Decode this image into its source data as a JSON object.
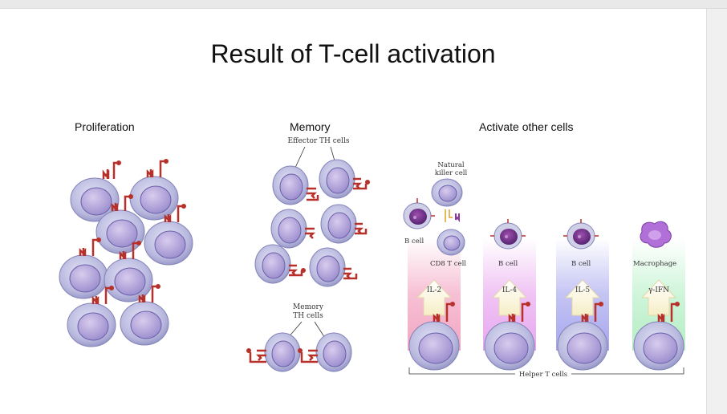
{
  "slide": {
    "title": "Result of T-cell activation",
    "sections": {
      "proliferation": "Proliferation",
      "memory": "Memory",
      "activate": "Activate other cells"
    }
  },
  "figure": {
    "effector_label": "Effector TH cells",
    "memory_label_1": "Memory",
    "memory_label_2": "TH cells",
    "nk_label_1": "Natural",
    "nk_label_2": "killer cell",
    "b_cell_left": "B cell",
    "cd8_label": "CD8 T cell",
    "b_cell_2": "B cell",
    "b_cell_3": "B cell",
    "macrophage_label": "Macrophage",
    "il2": "IL-2",
    "il4": "IL-4",
    "il5": "IL-5",
    "ifn": "γ-IFN",
    "helper_label": "Helper T cells"
  },
  "colors": {
    "cell_body": "#b9b9df",
    "nucleus": "#9a8ccd",
    "receptor": "#b8302a",
    "pink_beam": "#f2a6c2",
    "magenta_beam": "#e6a8ee",
    "blue_beam": "#a6a6ee",
    "green_beam": "#b4ecc4"
  }
}
